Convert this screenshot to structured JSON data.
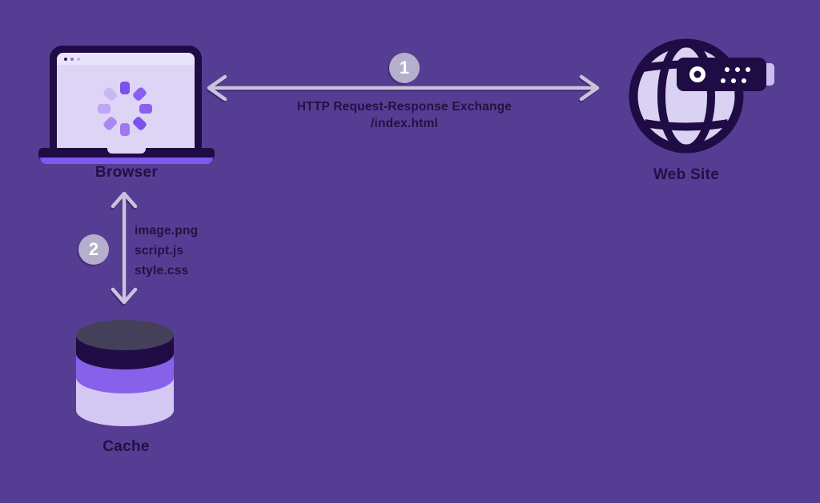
{
  "diagram_title": "Browser / Web Site HTTP exchange with Cache",
  "colors": {
    "background": "#563d94",
    "icon_dark": "#1f0c44",
    "text_dark": "#241140",
    "screen_lavender": "#ded5f6",
    "accent_purple": "#7e59f0",
    "arrow": "#c9c3dd",
    "badge_bg": "#b6aecd",
    "badge_text": "#ffffff",
    "cylinder_top": "#454059",
    "cylinder_dark": "#1f0c44",
    "cylinder_purple": "#8761ea",
    "cylinder_light": "#d3c8f4"
  },
  "nodes": {
    "browser": {
      "label": "Browser",
      "icon": "laptop-loading-icon"
    },
    "website": {
      "label": "Web Site",
      "icon": "globe-server-icon"
    },
    "cache": {
      "label": "Cache",
      "icon": "database-cylinder-icon"
    }
  },
  "connections": {
    "http_exchange": {
      "badge": "1",
      "caption_line1": "HTTP Request-Response Exchange",
      "caption_line2": "/index.html"
    },
    "cache_transfer": {
      "badge": "2",
      "files": [
        "image.png",
        "script.js",
        "style.css"
      ]
    }
  }
}
